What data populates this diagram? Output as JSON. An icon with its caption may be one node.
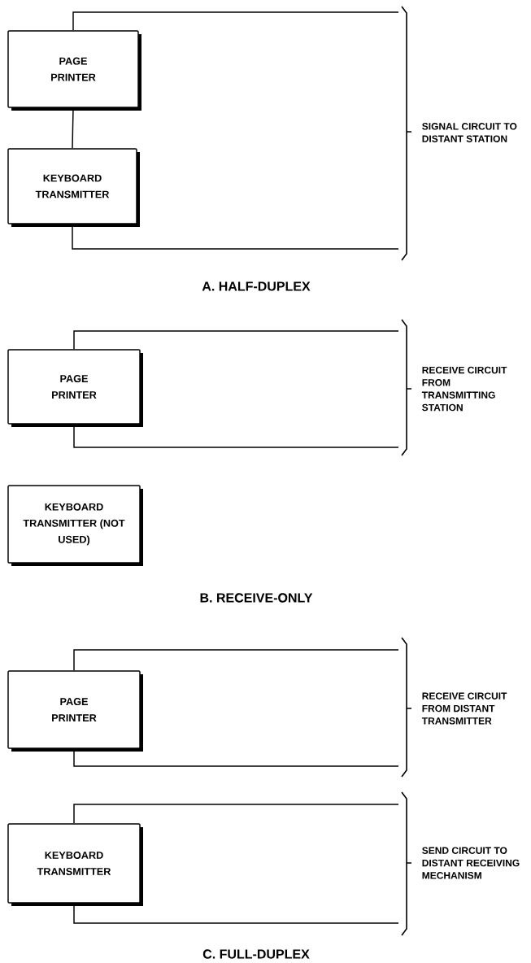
{
  "diagram": {
    "nodes": [
      {
        "text": [
          "PAGE PRINTER"
        ]
      },
      {
        "text": [
          "KEYBOARD TRANSMITTER"
        ]
      },
      {
        "text": [
          "PAGE PRINTER"
        ]
      },
      {
        "text": [
          "KEYBOARD TRANSMITTER (NOT USED)"
        ]
      },
      {
        "text": [
          "PAGE PRINTER"
        ]
      },
      {
        "text": [
          "KEYBOARD TRANSMITTER"
        ]
      }
    ],
    "edges": [
      {
        "from": 0,
        "to": 1,
        "arrow": "none"
      },
      {
        "from": 0,
        "to": null,
        "arrow": "none"
      },
      {
        "from": 1,
        "to": null,
        "arrow": "none"
      },
      {
        "from": 2,
        "to": null,
        "arrow": "none"
      },
      {
        "from": 2,
        "to": null,
        "arrow": "none"
      },
      {
        "from": 4,
        "to": null,
        "arrow": "none"
      },
      {
        "from": 4,
        "to": null,
        "arrow": "none"
      },
      {
        "from": 5,
        "to": null,
        "arrow": "none"
      },
      {
        "from": 5,
        "to": null,
        "arrow": "none"
      }
    ],
    "labels": [
      "SIGNAL CIRCUIT TO DISTANT STATION",
      "A. HALF-DUPLEX",
      "RECEIVE CIRCUIT FROM TRANSMITTING STATION",
      "B. RECEIVE-ONLY",
      "RECEIVE CIRCUIT FROM DISTANT TRANSMITTER",
      "SEND CIRCUIT TO DISTANT RECEIVING MECHANISM",
      "C. FULL-DUPLEX"
    ]
  }
}
